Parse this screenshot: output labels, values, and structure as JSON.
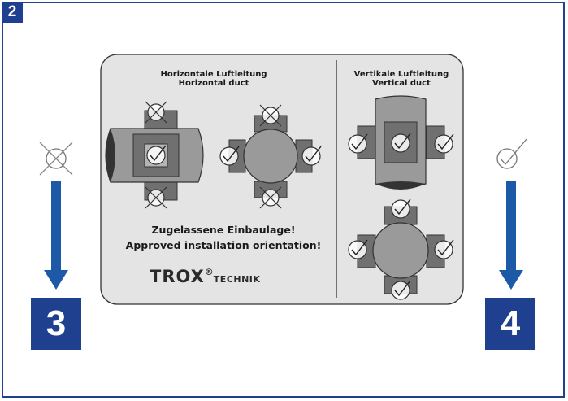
{
  "figure_number": "2",
  "left_step": {
    "number": "3",
    "symbol": "cross-circle-icon"
  },
  "right_step": {
    "number": "4",
    "symbol": "check-circle-icon"
  },
  "label_panel": {
    "horizontal_title_de": "Horizontale Luftleitung",
    "horizontal_title_en": "Horizontal duct",
    "vertical_title_de": "Vertikale Luftleitung",
    "vertical_title_en": "Vertical duct",
    "note_de": "Zugelassene Einbaulage!",
    "note_en": "Approved installation orientation!",
    "brand": "TROX",
    "brand_mark": "®",
    "brand_suffix": "TECHNIK"
  },
  "colors": {
    "accent": "#1f3f8f",
    "arrow": "#1c5aa8",
    "panel": "#e4e4e4",
    "duct": "#9a9a9a"
  }
}
